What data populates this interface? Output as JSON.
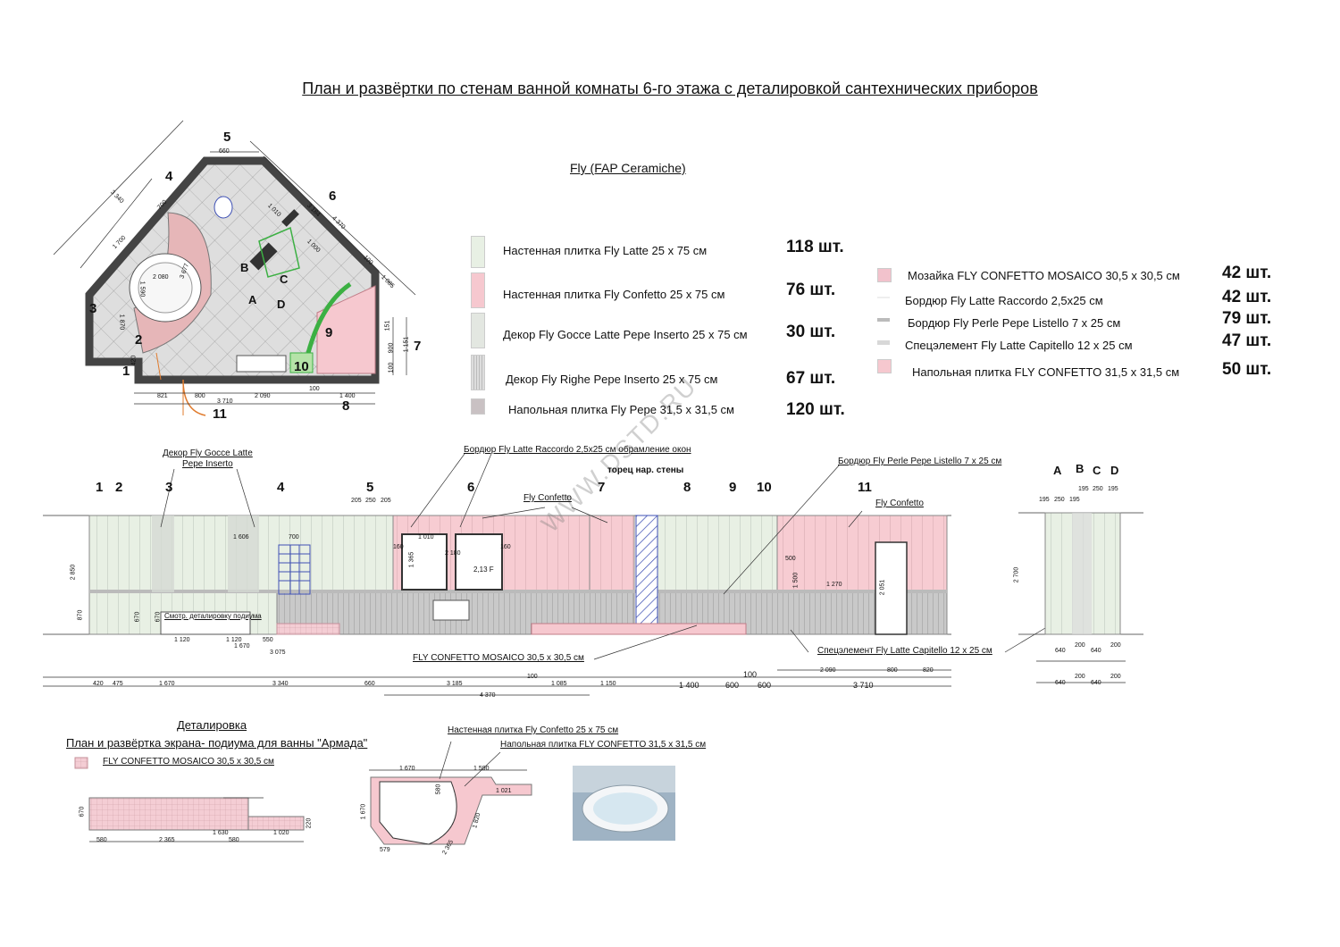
{
  "title": "План и развёртки по стенам ванной комнаты 6-го этажа с деталировкой  сантехнических приборов",
  "brand": "Fly (FAP Ceramiche)",
  "watermark": "WWW.DSTD.RU",
  "colors": {
    "latte": "#eaf2e6",
    "confetto": "#f6c8cf",
    "pepe": "#c9c9c9",
    "mosaic": "#f2c2cc",
    "wall": "#555555",
    "window": "#3f51b5"
  },
  "materials_left": [
    {
      "label": "Настенная плитка Fly Latte    25 х 75 см",
      "qty": "118 шт.",
      "color": "#e6efe2"
    },
    {
      "label": "Настенная плитка Fly Confetto   25 х 75 см",
      "qty": "76 шт.",
      "color": "#f6c8cf"
    },
    {
      "label": "Декор Fly Gocce Latte Pepe Inserto  25 х 75 см",
      "qty": "30 шт.",
      "color": "#e3e7e1"
    },
    {
      "label": "Декор Fly Righe Pepe Inserto   25 х 75 см",
      "qty": "67 шт.",
      "color": "#d9dcd8"
    },
    {
      "label": "Напольная плитка Fly Pepe 31,5 х 31,5 см",
      "qty": "120 шт.",
      "color": "#c9c1c3"
    }
  ],
  "materials_right": [
    {
      "label": "Мозайка FLY CONFETTO MOSAICO   30,5 х 30,5 см",
      "qty": "42 шт.",
      "color": "#f2c2cc"
    },
    {
      "label": "Бордюр Fly Latte Raccordo  2,5х25 см",
      "qty": "42 шт.",
      "color": "#f5f5f5"
    },
    {
      "label": "Бордюр Fly Perle Pepe Listello  7 х 25 см",
      "qty": "79 шт.",
      "color": "#d0d0d0"
    },
    {
      "label": "Спецэлемент Fly Latte Capitello    12 х 25 см",
      "qty": "47 шт.",
      "color": "#e0e0e0"
    },
    {
      "label": "Напольная плитка FLY CONFETTO    31,5 х 31,5 см",
      "qty": "50 шт.",
      "color": "#f6c8cf"
    }
  ],
  "plan": {
    "walls": [
      "1",
      "2",
      "3",
      "4",
      "5",
      "6",
      "7",
      "8",
      "9",
      "10",
      "11"
    ],
    "points": [
      "A",
      "B",
      "C",
      "D"
    ],
    "dims": [
      "660",
      "3 340",
      "700",
      "1 700",
      "3 184",
      "4 370",
      "1 010",
      "1 000",
      "100",
      "1 085",
      "2 080",
      "1 590",
      "1 870",
      "3 677",
      "1 151",
      "151",
      "900",
      "100",
      "821",
      "800",
      "2 090",
      "1 400",
      "3 710",
      "100",
      "420"
    ]
  },
  "elev": {
    "wall_numbers": [
      "1",
      "2",
      "3",
      "4",
      "5",
      "6",
      "7",
      "8",
      "9",
      "10",
      "11"
    ],
    "cut_label": "торец нар. стены",
    "annotations": {
      "gocce": "Декор Fly Gocce Latte\nPepe Inserto",
      "raccordo": "Бордюр Fly Latte Raccordo  2,5х25 см обрамление окон",
      "listello": "Бордюр Fly Perle Pepe Listello  7 х 25 см",
      "confetto1": "Fly Confetto",
      "confetto2": "Fly Confetto",
      "mosaico": "FLY CONFETTO MOSAICO   30,5 х 30,5 см",
      "capitello": "Спецэлемент Fly Latte Capitello     12 х 25 см",
      "podium": "Смотр. деталировку подиума",
      "area": "2,13 F"
    },
    "dims_bottom": [
      "420",
      "475",
      "1 670",
      "3 340",
      "660",
      "3 185",
      "100",
      "1 085",
      "1 150",
      "1 400",
      "600",
      "600",
      "3 710",
      "100"
    ],
    "dims_misc": [
      "1 606",
      "700",
      "205",
      "250",
      "205",
      "1 010",
      "2 180",
      "160",
      "160",
      "1 365",
      "500",
      "1 500",
      "1 270",
      "2 051",
      "2 850",
      "870",
      "670",
      "670",
      "1 120",
      "1 120",
      "550",
      "1 670",
      "3 075",
      "4 370",
      "2 090",
      "800",
      "820"
    ],
    "abcd": [
      "A",
      "B",
      "C",
      "D"
    ],
    "abcd_dims": [
      "195",
      "250",
      "195",
      "195",
      "250",
      "195",
      "2 700",
      "640",
      "200",
      "640",
      "200",
      "640",
      "200",
      "640",
      "200"
    ]
  },
  "detail": {
    "heading": "Деталировка",
    "subheading": "План и развёртка экрана- подиума для ванны \"Армада\"",
    "mosaic_label": "FLY CONFETTO MOSAICO   30,5 х 30,5 см",
    "wall_tile": "Настенная плитка Fly Confetto   25 х 75 см",
    "floor_tile": "Напольная плитка FLY CONFETTO   31,5 х 31,5 см",
    "dims_left": [
      "670",
      "580",
      "2 365",
      "1 630",
      "580",
      "1 020",
      "220"
    ],
    "dims_plan": [
      "1 670",
      "1 590",
      "580",
      "1 021",
      "1 670",
      "1 820",
      "579",
      "2 365"
    ]
  }
}
